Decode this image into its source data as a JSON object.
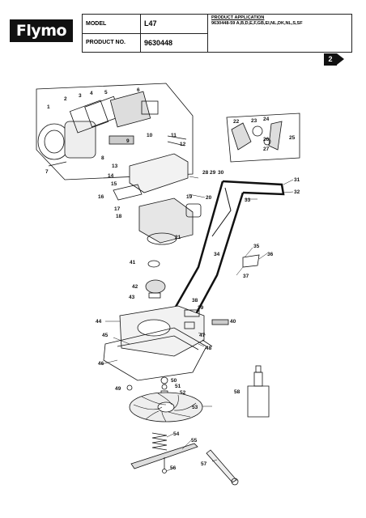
{
  "brand": {
    "logo_text": "Flymo"
  },
  "header": {
    "model_label": "MODEL",
    "model_value": "L47",
    "product_no_label": "PRODUCT NO.",
    "product_no_value": "9630448",
    "application_title": "PRODUCT APPLICATION",
    "application_text": "9630448-59   A,B,D,E,F,GB,EI,NL,DK,NL,S,SF"
  },
  "page": {
    "number": "2"
  },
  "parts": [
    "1",
    "2",
    "3",
    "4",
    "5",
    "6",
    "7",
    "8",
    "9",
    "10",
    "11",
    "12",
    "13",
    "14",
    "15",
    "16",
    "17",
    "18",
    "19",
    "20",
    "21",
    "22",
    "23",
    "24",
    "25",
    "26",
    "27",
    "28",
    "29",
    "30",
    "31",
    "32",
    "33",
    "34",
    "35",
    "36",
    "37",
    "38",
    "39",
    "40",
    "41",
    "42",
    "43",
    "44",
    "45",
    "46",
    "47",
    "48",
    "49",
    "50",
    "51",
    "52",
    "53",
    "54",
    "55",
    "56",
    "57",
    "58"
  ]
}
